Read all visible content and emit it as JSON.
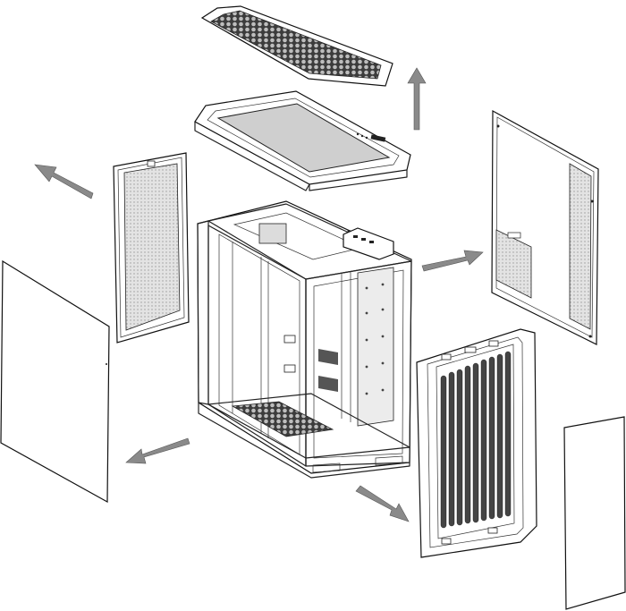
{
  "diagram": {
    "kind": "exploded-view",
    "parts": [
      "top-mesh-filter",
      "top-panel-frame",
      "front-mesh-filter",
      "front-glass-panel",
      "chassis",
      "side-panel-right",
      "bottom-front-grille",
      "side-glass-right"
    ],
    "arrows": [
      "arrow-up",
      "arrow-up-left",
      "arrow-right",
      "arrow-down-left",
      "arrow-down-right"
    ],
    "colors": {
      "line": "#222222",
      "mesh_fill": "#cfcfcf",
      "arrow_fill": "#9a9a9a",
      "background": "#ffffff"
    }
  }
}
